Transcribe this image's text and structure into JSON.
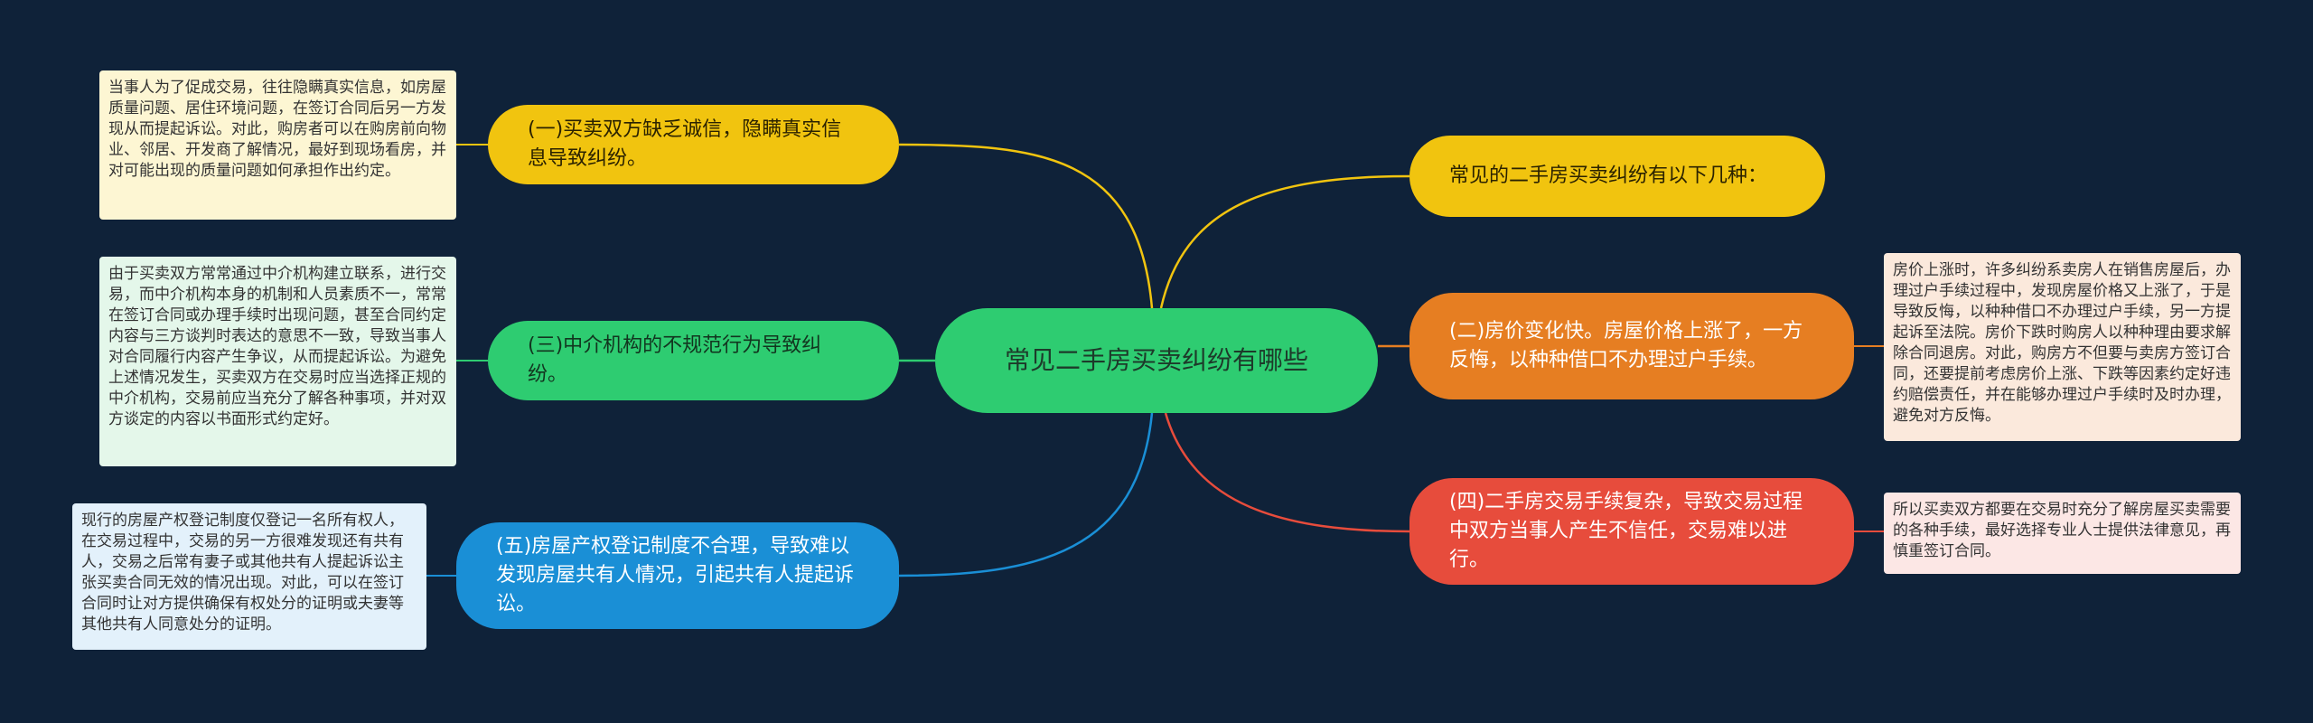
{
  "center": {
    "text": "常见二手房买卖纠纷有哪些"
  },
  "branches": [
    {
      "id": "b1",
      "text": "(一)买卖双方缺乏诚信，隐瞒真实信息导致纠纷。",
      "color": "#f1c40f",
      "note": "当事人为了促成交易，往往隐瞒真实信息，如房屋质量问题、居住环境问题，在签订合同后另一方发现从而提起诉讼。对此，购房者可以在购房前向物业、邻居、开发商了解情况，最好到现场看房，并对可能出现的质量问题如何承担作出约定。"
    },
    {
      "id": "b2",
      "text": "(三)中介机构的不规范行为导致纠纷。",
      "color": "#2ecc71",
      "note": "由于买卖双方常常通过中介机构建立联系，进行交易，而中介机构本身的机制和人员素质不一，常常在签订合同或办理手续时出现问题，甚至合同约定内容与三方谈判时表达的意思不一致，导致当事人对合同履行内容产生争议，从而提起诉讼。为避免上述情况发生，买卖双方在交易时应当选择正规的中介机构，交易前应当充分了解各种事项，并对双方谈定的内容以书面形式约定好。"
    },
    {
      "id": "b3",
      "text": "(五)房屋产权登记制度不合理，导致难以发现房屋共有人情况，引起共有人提起诉讼。",
      "color": "#1a8fd6",
      "note": "现行的房屋产权登记制度仅登记一名所有权人，在交易过程中，交易的另一方很难发现还有共有人，交易之后常有妻子或其他共有人提起诉讼主张买卖合同无效的情况出现。对此，可以在签订合同时让对方提供确保有权处分的证明或夫妻等其他共有人同意处分的证明。"
    },
    {
      "id": "b4",
      "text": "常见的二手房买卖纠纷有以下几种：",
      "color": "#f1c40f",
      "note": ""
    },
    {
      "id": "b5",
      "text": "(二)房价变化快。房屋价格上涨了，一方反悔，以种种借口不办理过户手续。",
      "color": "#e67e22",
      "note": "房价上涨时，许多纠纷系卖房人在销售房屋后，办理过户手续过程中，发现房屋价格又上涨了，于是导致反悔，以种种借口不办理过户手续，另一方提起诉至法院。房价下跌时购房人以种种理由要求解除合同退房。对此，购房方不但要与卖房方签订合同，还要提前考虑房价上涨、下跌等因素约定好违约赔偿责任，并在能够办理过户手续时及时办理，避免对方反悔。"
    },
    {
      "id": "b6",
      "text": "(四)二手房交易手续复杂，导致交易过程中双方当事人产生不信任，交易难以进行。",
      "color": "#e74c3c",
      "note": "所以买卖双方都要在交易时充分了解房屋买卖需要的各种手续，最好选择专业人士提供法律意见，再慎重签订合同。"
    }
  ]
}
